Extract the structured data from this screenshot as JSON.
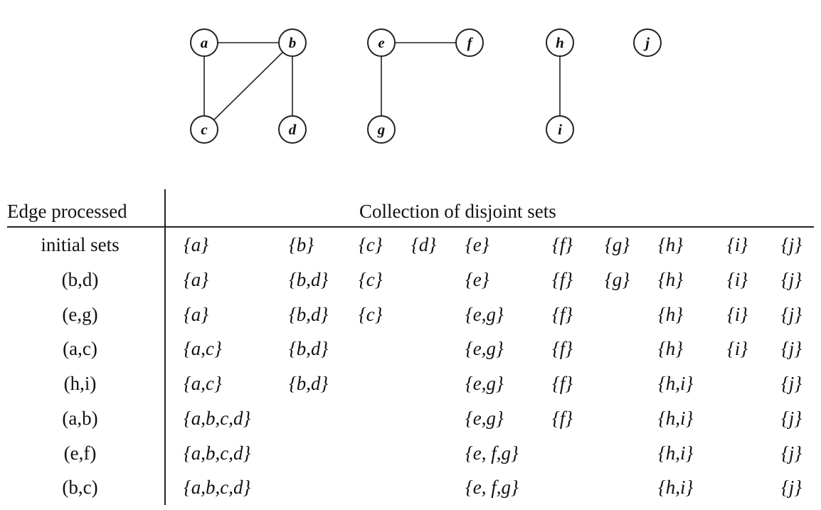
{
  "graph": {
    "nodes": [
      "a",
      "b",
      "c",
      "d",
      "e",
      "f",
      "g",
      "h",
      "i",
      "j"
    ],
    "edges": [
      [
        "a",
        "b"
      ],
      [
        "a",
        "c"
      ],
      [
        "b",
        "c"
      ],
      [
        "b",
        "d"
      ],
      [
        "e",
        "f"
      ],
      [
        "e",
        "g"
      ],
      [
        "h",
        "i"
      ]
    ]
  },
  "table": {
    "header_edge": "Edge processed",
    "header_sets": "Collection of disjoint sets",
    "rows": [
      {
        "edge": "initial sets",
        "sets": [
          "{a}",
          "{b}",
          "{c}",
          "{d}",
          "{e}",
          "{f}",
          "{g}",
          "{h}",
          "{i}",
          "{j}"
        ]
      },
      {
        "edge": "(b,d)",
        "sets": [
          "{a}",
          "{b,d}",
          "{c}",
          "",
          "{e}",
          "{f}",
          "{g}",
          "{h}",
          "{i}",
          "{j}"
        ]
      },
      {
        "edge": "(e,g)",
        "sets": [
          "{a}",
          "{b,d}",
          "{c}",
          "",
          "{e,g}",
          "{f}",
          "",
          "{h}",
          "{i}",
          "{j}"
        ]
      },
      {
        "edge": "(a,c)",
        "sets": [
          "{a,c}",
          "{b,d}",
          "",
          "",
          "{e,g}",
          "{f}",
          "",
          "{h}",
          "{i}",
          "{j}"
        ]
      },
      {
        "edge": "(h,i)",
        "sets": [
          "{a,c}",
          "{b,d}",
          "",
          "",
          "{e,g}",
          "{f}",
          "",
          "{h,i}",
          "",
          "{j}"
        ]
      },
      {
        "edge": "(a,b)",
        "sets": [
          "{a,b,c,d}",
          "",
          "",
          "",
          "{e,g}",
          "{f}",
          "",
          "{h,i}",
          "",
          "{j}"
        ]
      },
      {
        "edge": "(e,f)",
        "sets": [
          "{a,b,c,d}",
          "",
          "",
          "",
          "{e, f,g}",
          "",
          "",
          "{h,i}",
          "",
          "{j}"
        ]
      },
      {
        "edge": "(b,c)",
        "sets": [
          "{a,b,c,d}",
          "",
          "",
          "",
          "{e, f,g}",
          "",
          "",
          "{h,i}",
          "",
          "{j}"
        ]
      }
    ]
  }
}
